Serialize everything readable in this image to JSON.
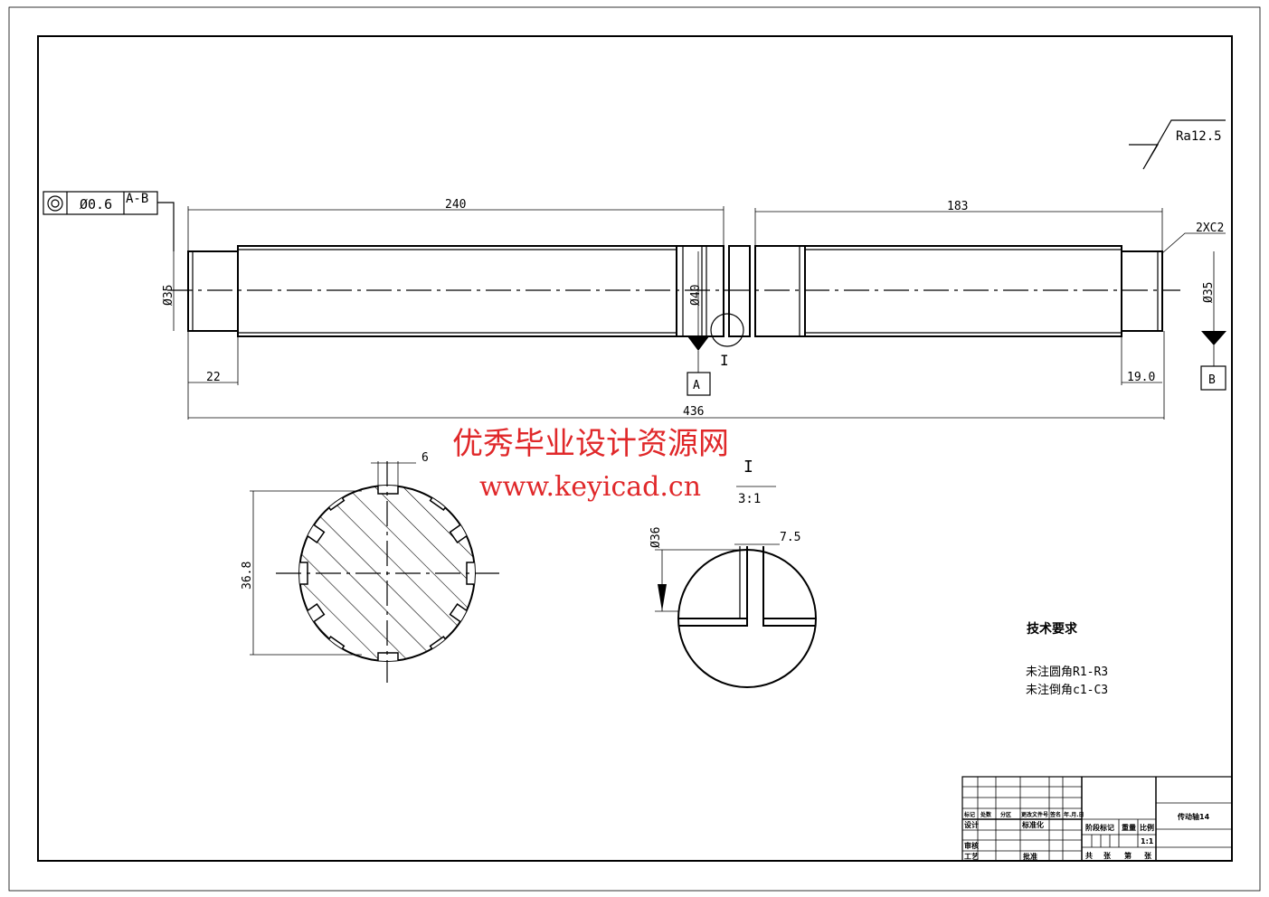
{
  "tolerance_frame": {
    "value": "Ø0.6",
    "datum": "A-B",
    "symbol": "concentricity-icon"
  },
  "surface_finish": "Ra12.5",
  "dimensions": {
    "left_len": "240",
    "right_len": "183",
    "total": "436",
    "left_end": "22",
    "right_end": "19.0",
    "left_dia": "Ø35",
    "mid_dia": "Ø40",
    "right_dia": "Ø35",
    "chamfer": "2XC2",
    "key_width": "6",
    "section_dia": "36.8",
    "detail_dia": "Ø36",
    "detail_width": "7.5"
  },
  "datums": {
    "a": "A",
    "b": "B"
  },
  "detail": {
    "label": "I",
    "scale": "3:1"
  },
  "tech_req": {
    "title": "技术要求",
    "line1": "未注圆角R1-R3",
    "line2": "未注倒角c1-C3"
  },
  "watermark": {
    "line1": "优秀毕业设计资源网",
    "line2": "www.keyicad.cn"
  },
  "title_block": {
    "headers": [
      "标记",
      "处数",
      "分区",
      "更改文件号",
      "签名",
      "年.月.日"
    ],
    "design": "设计",
    "std": "标准化",
    "review": "审核",
    "process": "工艺",
    "approve": "批准",
    "stage": "阶段标记",
    "weight": "重量",
    "ratio": "比例",
    "ratio_value": "1:1",
    "sheets": [
      "共",
      "张",
      "第",
      "张"
    ],
    "part_name": "传动轴14"
  }
}
